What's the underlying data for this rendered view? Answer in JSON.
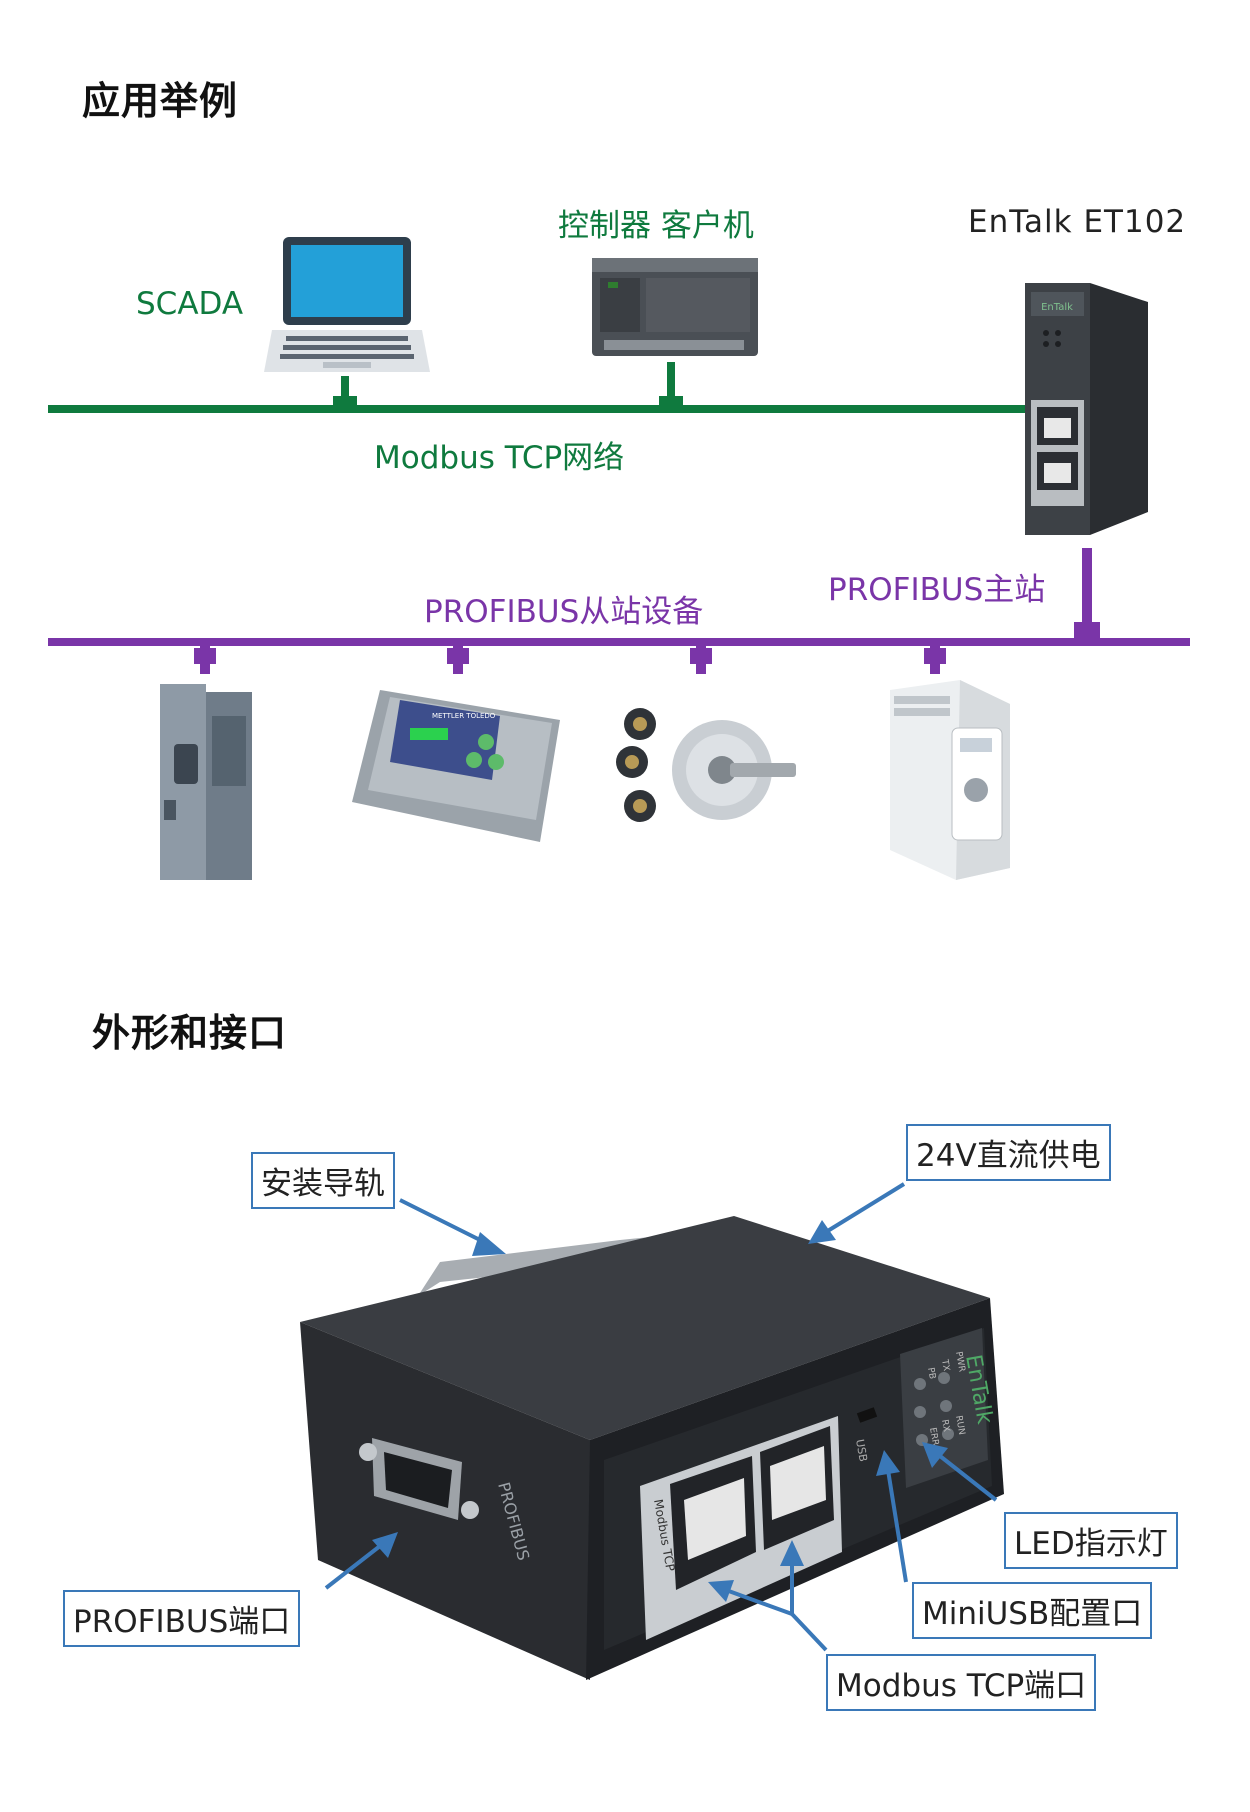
{
  "section1": {
    "title": "应用举例",
    "labels": {
      "scada": "SCADA",
      "controller": "控制器 客户机",
      "product": "EnTalk ET102",
      "modbus_network": "Modbus TCP网络",
      "profibus_master": "PROFIBUS主站",
      "profibus_slaves": "PROFIBUS从站设备"
    },
    "device_brand": "EnTalk",
    "scale_brand": "METTLER TOLEDO",
    "colors": {
      "modbus_line": "#0f7a3e",
      "profibus_line": "#7a35a8"
    }
  },
  "section2": {
    "title": "外形和接口",
    "callouts": {
      "din_rail": "安装导轨",
      "power": "24V直流供电",
      "led": "LED指示灯",
      "miniusb": "MiniUSB配置口",
      "modbus_port": "Modbus TCP端口",
      "profibus_port": "PROFIBUS端口"
    },
    "device_texts": {
      "brand": "EnTalk",
      "side": "PROFIBUS",
      "port_label": "Modbus TCP",
      "usb": "USB",
      "led_pwr": "PWR",
      "led_tx": "TX",
      "led_pb": "PB",
      "led_run": "RUN",
      "led_rx": "RX",
      "led_err": "ERR"
    },
    "colors": {
      "callout": "#3a78b8"
    }
  }
}
